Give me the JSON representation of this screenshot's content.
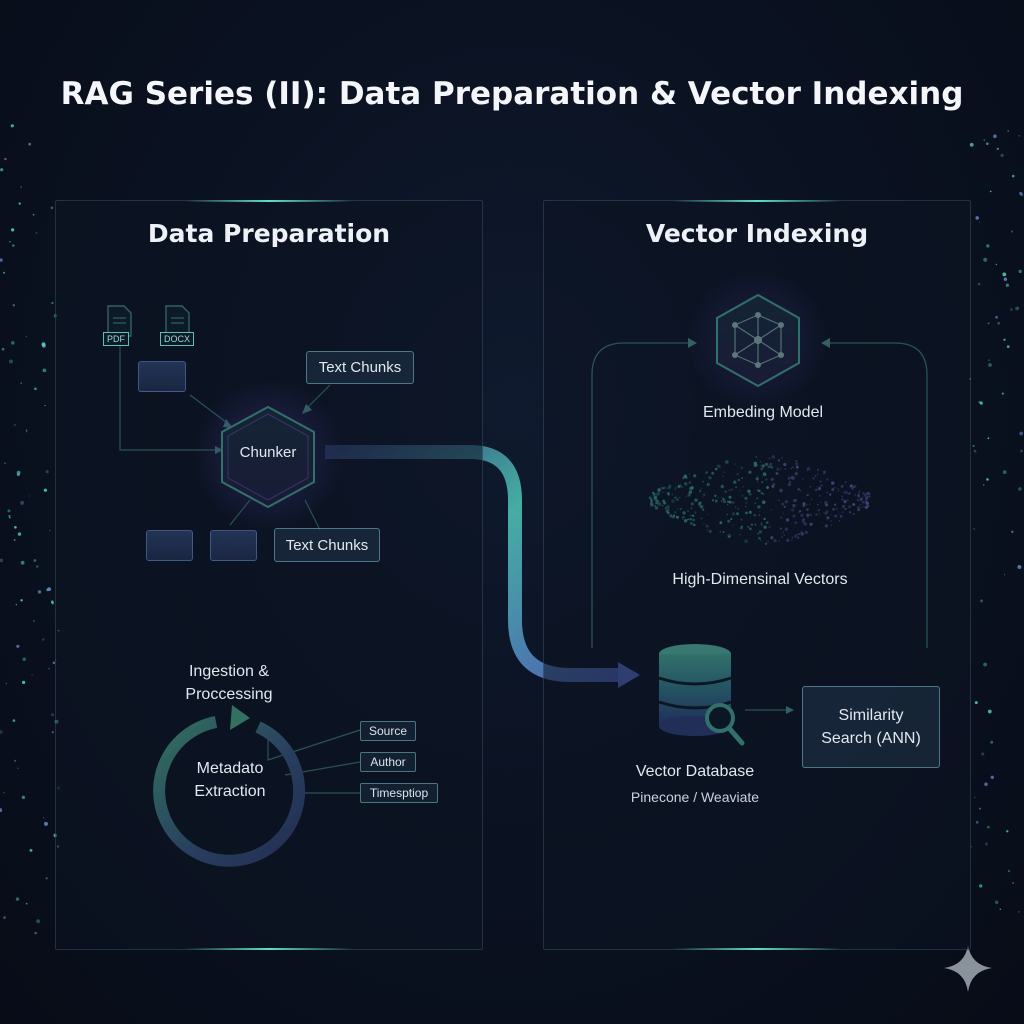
{
  "title": "RAG Series (II): Data Preparation & Vector Indexing",
  "left_panel": {
    "title": "Data Preparation",
    "file_labels": [
      "PDF",
      "DOCX"
    ],
    "chunker_label": "Chunker",
    "text_chunks_top": "Text Chunks",
    "text_chunks_bottom": "Text Chunks",
    "ingestion_label": "Ingestion & Proccessing",
    "metadata_label": "Metadato Extraction",
    "metadata_tags": [
      "Source",
      "Author",
      "Timesptiop"
    ]
  },
  "right_panel": {
    "title": "Vector Indexing",
    "embedding_label": "Embeding Model",
    "vectors_label": "High-Dimensinal Vectors",
    "database_label": "Vector Database",
    "database_sub": "Pinecone / Weaviate",
    "similarity_label": "Similarity Search (ANN)"
  },
  "colors": {
    "accent_teal": "#5fe0c4",
    "accent_purple": "#8c6cf0",
    "panel_border": "#3c5a70"
  }
}
